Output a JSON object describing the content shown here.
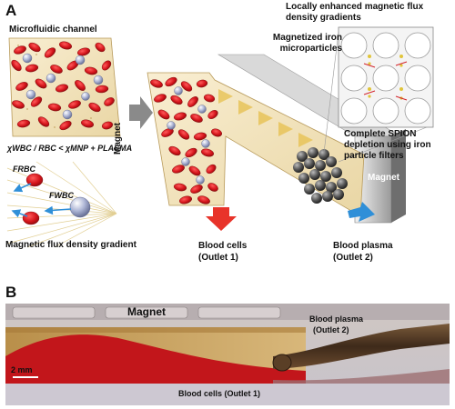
{
  "panel_a": {
    "letter": "A",
    "microfluidic_channel": "Microfluidic channel",
    "chi_relation": "χWBC / RBC < χMNP + PLASMA",
    "f_rbc": "FRBC",
    "f_wbc": "FWBC",
    "gradient_label": "Magnetic flux density gradient",
    "magnet_vertical": "Magnet",
    "magnetized_particles": "Magnetized iron microparticles",
    "local_gradients": "Locally enhanced magnetic flux density gradients",
    "spion_depletion": "Complete SPION depletion using iron particle filters",
    "magnet_block": "Magnet",
    "blood_cells": "Blood cells",
    "outlet1": "(Outlet 1)",
    "blood_plasma": "Blood plasma",
    "outlet2": "(Outlet 2)"
  },
  "panel_b": {
    "letter": "B",
    "magnet": "Magnet",
    "blood_plasma": "Blood plasma",
    "outlet2": "(Outlet 2)",
    "scale": "2 mm",
    "blood_cells": "Blood cells (Outlet 1)"
  },
  "colors": {
    "rbc": "#d4141b",
    "wbc": "#9aa3c8",
    "chip": "#f6e9c8",
    "arrow_red": "#e8332a",
    "arrow_blue": "#2f8fd8",
    "gray_arrow": "#8a8a8a"
  }
}
